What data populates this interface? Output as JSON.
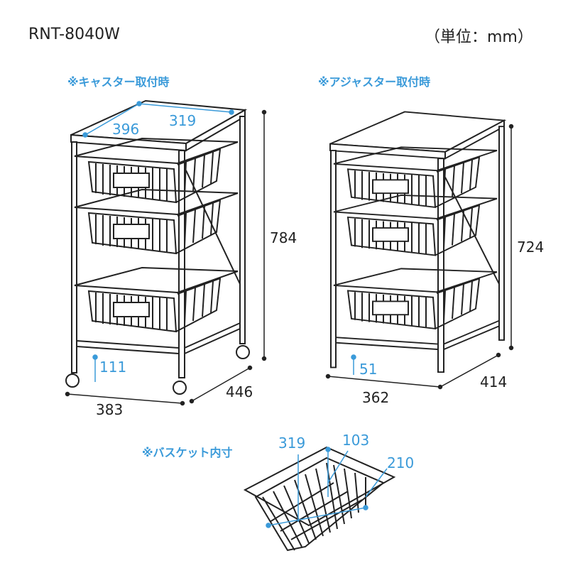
{
  "model": "RNT-8040W",
  "unit": "（単位：mm）",
  "caster": {
    "label": "※キャスター取付時",
    "top_depth": "319",
    "top_width_diag": "396",
    "height": "784",
    "bottom_clearance": "111",
    "width": "383",
    "depth": "446"
  },
  "adjuster": {
    "label": "※アジャスター取付時",
    "height": "724",
    "bottom_clearance": "51",
    "width": "362",
    "depth": "414"
  },
  "basket": {
    "label": "※バスケット内寸",
    "width": "319",
    "height": "103",
    "depth": "210"
  },
  "colors": {
    "accent": "#3a9ad9",
    "line": "#222222"
  }
}
